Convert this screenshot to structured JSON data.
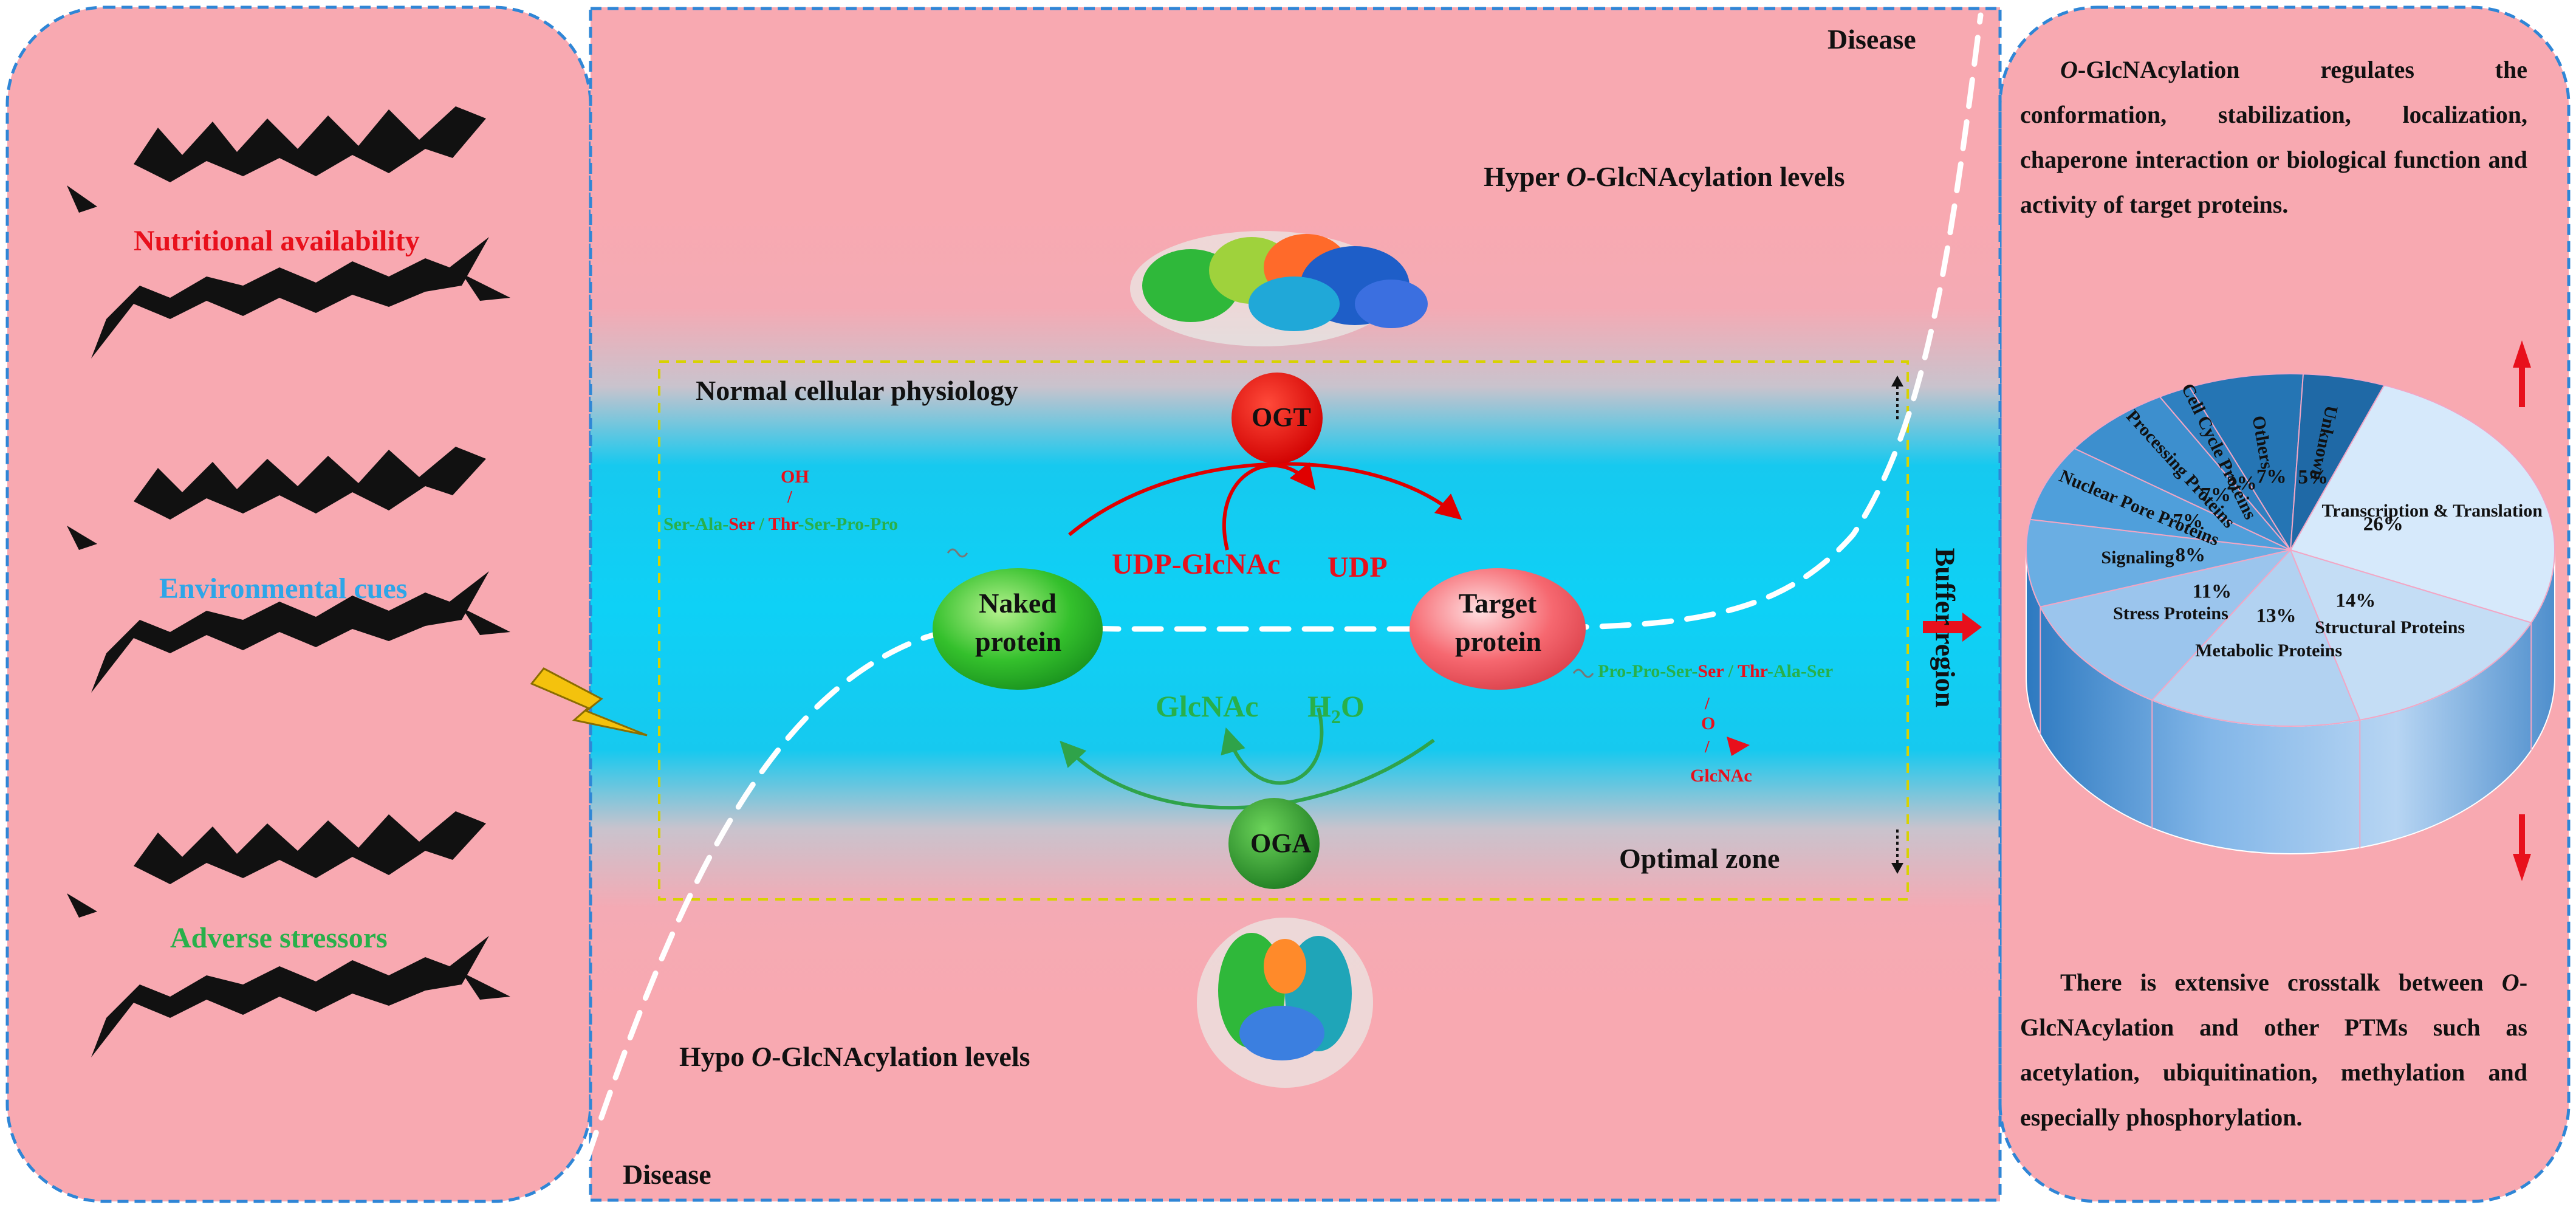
{
  "colors": {
    "pink_bg": "#f8a9b1",
    "cyan_band": "#16c9ef",
    "border_blue": "#2f86d6",
    "zone_yellow": "#d8d200",
    "red_text": "#e8101c",
    "blue_text": "#2ea6e8",
    "green_text": "#28b04a",
    "ogt_red": "#e00000",
    "oga_green": "#3fa83a"
  },
  "left_panel": {
    "factors": [
      {
        "label": "Nutritional availability",
        "color": "#e8101c"
      },
      {
        "label": "Environmental cues",
        "color": "#2ea6e8"
      },
      {
        "label": "Adverse stressors",
        "color": "#28b04a"
      }
    ]
  },
  "center": {
    "disease_top": "Disease",
    "disease_bottom": "Disease",
    "hyper_prefix": "Hyper ",
    "hyper_italic": "O",
    "hyper_suffix": "-GlcNAcylation levels",
    "hypo_prefix": "Hypo ",
    "hypo_italic": "O",
    "hypo_suffix": "-GlcNAcylation levels",
    "normal": "Normal cellular physiology",
    "optimal": "Optimal zone",
    "buffer": "Buffer region",
    "ogt": "OGT",
    "oga": "OGA",
    "udp_glcnac": "UDP-GlcNAc",
    "udp": "UDP",
    "glcnac": "GlcNAc",
    "h2o_h": "H",
    "h2o_sub": "2",
    "h2o_o": "O",
    "naked_line1": "Naked",
    "naked_line2": "protein",
    "target_line1": "Target",
    "target_line2": "protein",
    "oh": "OH",
    "slash": "/",
    "seq_left_a": "Ser-Ala-",
    "seq_left_b": "Ser",
    "seq_left_c": " / ",
    "seq_left_d": "Thr",
    "seq_left_e": "-Ser-Pro-Pro",
    "seq_right_a": "Pro-Pro-Ser-",
    "seq_right_b": "Ser",
    "seq_right_c": " / ",
    "seq_right_d": "Thr",
    "seq_right_e": "-Ala-Ser",
    "o_label": "O",
    "glcnac_small": "GlcNAc"
  },
  "right_panel": {
    "para1_italic": "O",
    "para1_text": "-GlcNAcylation regulates the conformation, stabilization, localization, chaperone interaction or biological function and activity of target proteins.",
    "para2_lead": "There is extensive crosstalk between",
    "para2_italic": "O",
    "para2_text": "-GlcNAcylation and other PTMs such as acetylation, ubiquitination, methylation and especially phosphorylation."
  },
  "chart_data": {
    "type": "pie",
    "title": "",
    "slices": [
      {
        "label": "Transcription & Translation",
        "value": 26,
        "pct_label": "26%"
      },
      {
        "label": "Structural Proteins",
        "value": 14,
        "pct_label": "14%"
      },
      {
        "label": "Metabolic Proteins",
        "value": 13,
        "pct_label": "13%"
      },
      {
        "label": "Stress Proteins",
        "value": 11,
        "pct_label": "11%"
      },
      {
        "label": "Signaling",
        "value": 8,
        "pct_label": "8%"
      },
      {
        "label": "Nuclear Pore Proteins",
        "value": 7,
        "pct_label": "7%"
      },
      {
        "label": "Processing Proteins",
        "value": 7,
        "pct_label": "7%"
      },
      {
        "label": "Cell Cycle Proteins",
        "value": 2,
        "pct_label": "2%"
      },
      {
        "label": "Others",
        "value": 7,
        "pct_label": "7%"
      },
      {
        "label": "Unknown",
        "value": 5,
        "pct_label": "5%"
      }
    ],
    "colors": [
      "#d6e9fb",
      "#c4ddf5",
      "#b2d2f1",
      "#9bc5ed",
      "#6aaee3",
      "#4f9fdb",
      "#3d8fce",
      "#2f80c0",
      "#2575b4",
      "#1f69a6"
    ],
    "legend": "none",
    "style": "3d"
  }
}
